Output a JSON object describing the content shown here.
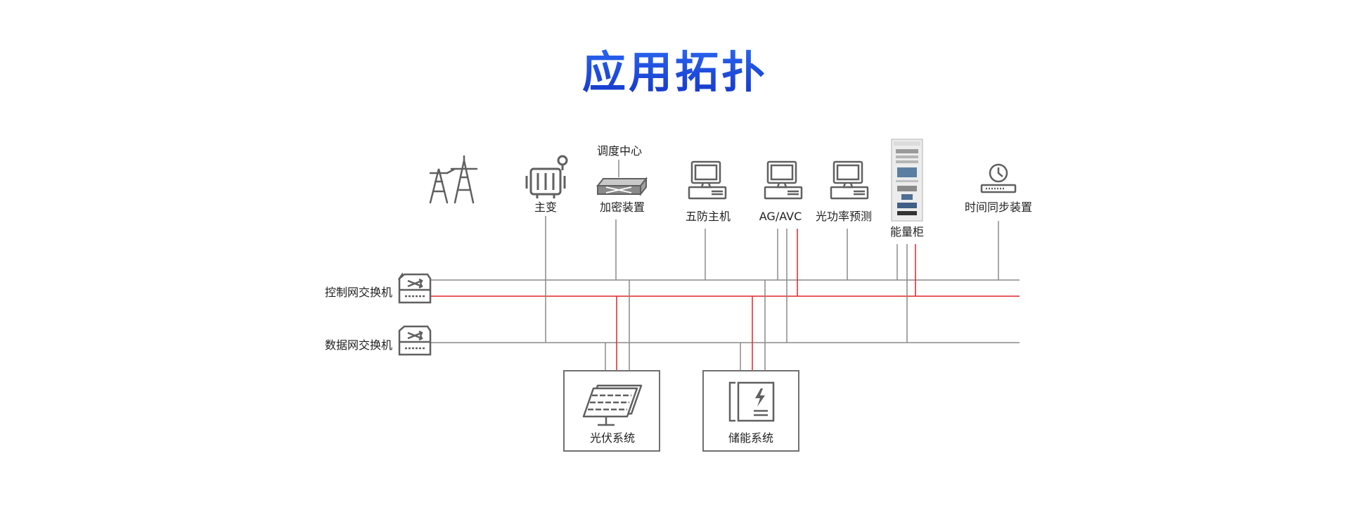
{
  "title": "应用拓扑",
  "devices": {
    "main_transformer": "主变",
    "dispatch_center": "调度中心",
    "encryption_device": "加密装置",
    "five_defense_host": "五防主机",
    "agc_avc": "AG/AVC",
    "pv_power_forecast": "光功率预测",
    "energy_cabinet": "能量柜",
    "time_sync_device": "时间同步装置"
  },
  "switches": {
    "control_network": "控制网交换机",
    "data_network": "数据网交换机"
  },
  "systems": {
    "pv_system": "光伏系统",
    "storage_system": "储能系统"
  },
  "colors": {
    "line_gray": "#8a8a8a",
    "line_red": "#e0262b",
    "icon_gray": "#606060",
    "title_blue": "#1e4fdc"
  }
}
